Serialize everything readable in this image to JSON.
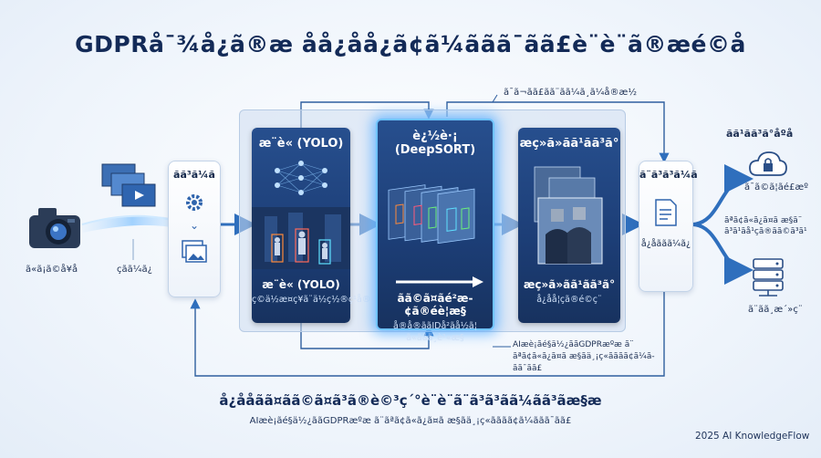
{
  "title": "GDPRå¯¾å¿ã®æ åå¿åå¿ã¢ã¼ã­ãã¯ãã£è¨­è¨ã®æé©å",
  "top_annotation": "ã¯ã¬ãã£ãã¨ãã¼ã¸ã¼å®æ½",
  "camera": {
    "label": "ã«ã¡ã©å¥å"
  },
  "raw_data": {
    "label": "çãã¼ã¿"
  },
  "decode": {
    "label": "ãã³ã¼ã"
  },
  "inference": {
    "header": "æ¨è« (YOLO)",
    "title": "æ¨è« (YOLO)",
    "subtitle": "ç©ä½æ¤ç¥ã¨ä½ç½®ç¹å®"
  },
  "tracking": {
    "header": "è¿½è·¡ (DeepSORT)",
    "title": "ãã©ã¤ãé²æ­¢ã®éè¦æ§",
    "subtitle": "å®å®ããIDå²ãå½ã¦ ã«ããä¸è²«æ§"
  },
  "masking": {
    "header": "æç»ã»ãã¹ã­ã³ã°",
    "title": "æç»ã»ãã¹ã­ã³ã°",
    "subtitle": "å¿åå¦çã®é©ç¨"
  },
  "encode": {
    "label": "ã¨ã³ã³ã¼ã",
    "data_label": "å¿åããã¼ã¿"
  },
  "outputs": {
    "header": "ãã¹ã­ã³ã°åºå",
    "cloud": "ã¯ã©ã¦ãé£æº",
    "balance": "ãªã¢ã«ã¿ã¤ã æ§ã¨ ã³ã¹ãå¹çã®ãã©ã³ã¹",
    "edge": "ã¨ãã¸æ´»ç¨"
  },
  "bottom_annotation": "AIæè¡ãé§ä½¿ããGDPRæºæ ã¨ ãªã¢ã«ã¿ã¤ã æ§ãä¸¡ç«ãããã¢ã¼ã­ãã¯ãã£",
  "footer": {
    "heading": "å¿ååãã¤ãã©ã¤ã³ã®è©³ç´°è¨­è¨ã¨ã³ã³ãã¼ãã³ãæ§æ",
    "subheading": "AIæè¡ãé§ä½¿ããGDPRæºæ ã¨ãªã¢ã«ã¿ã¤ã æ§ãä¸¡ç«ãããã¢ã¼ã­ãã¯ãã£",
    "credit": "2025 AI KnowledgeFlow"
  },
  "colors": {
    "accent": "#1f4f9a",
    "glow": "#3fa9f5",
    "dark_card": "#1c3d75"
  }
}
